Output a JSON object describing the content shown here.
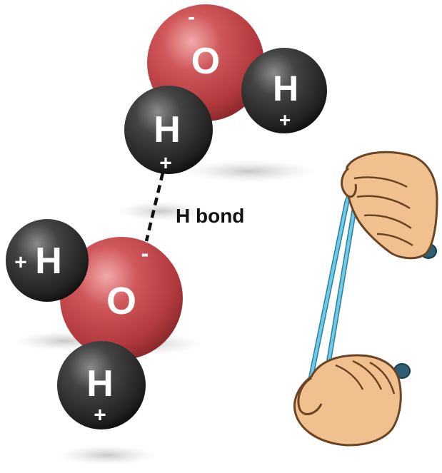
{
  "label": {
    "h_bond": "H bond"
  },
  "molecule_top": {
    "oxygen": {
      "symbol": "O",
      "charge": "-"
    },
    "hydrogen_left": {
      "symbol": "H",
      "charge": "+"
    },
    "hydrogen_right": {
      "symbol": "H",
      "charge": "+"
    }
  },
  "molecule_bottom": {
    "oxygen": {
      "symbol": "O",
      "charge": "-"
    },
    "hydrogen_left": {
      "symbol": "H",
      "charge": "+"
    },
    "hydrogen_bottom": {
      "symbol": "H",
      "charge": "+"
    }
  },
  "colors": {
    "oxygen": "#c84b4f",
    "hydrogen": "#2f2f2f",
    "skin": "#f1c08f",
    "skin_outline": "#6b4424",
    "band": "#4fb3d8",
    "band_knob": "#2e5f73"
  },
  "icons": {
    "hands": "hands-stretching-rubber-band-icon"
  }
}
